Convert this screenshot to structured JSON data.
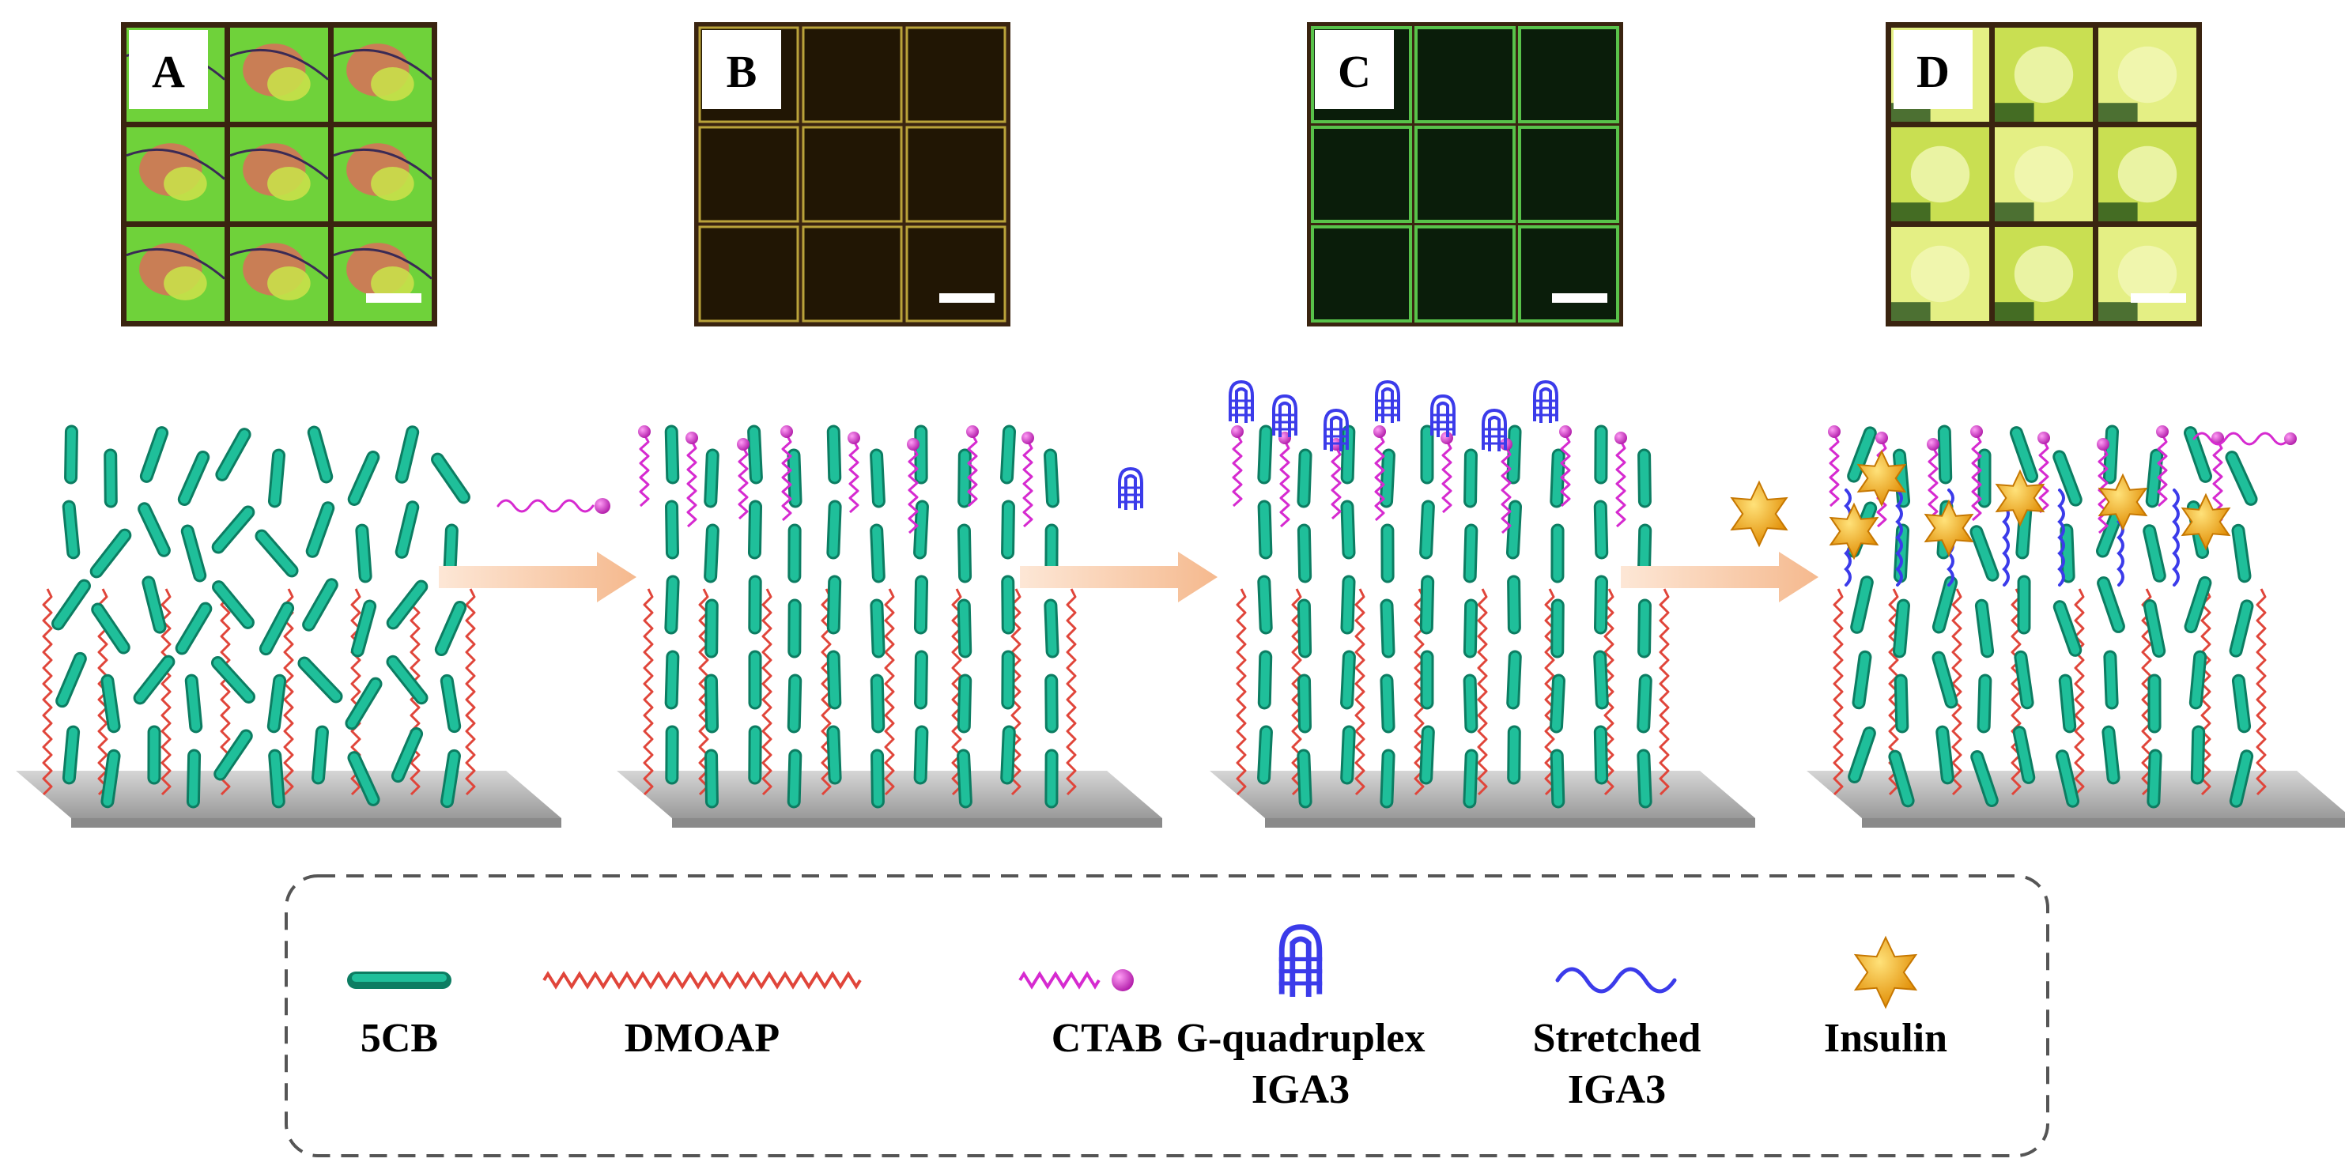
{
  "panels": [
    {
      "letter": "A",
      "fill": "#e8d060",
      "style": "birefringent"
    },
    {
      "letter": "B",
      "fill": "#1c1405",
      "style": "dark"
    },
    {
      "letter": "C",
      "fill": "#071a08",
      "style": "dark-green"
    },
    {
      "letter": "D",
      "fill": "#d8e86a",
      "style": "bright"
    }
  ],
  "legend": {
    "items": [
      {
        "label": "5CB",
        "icon": "5cb-rod-icon"
      },
      {
        "label": "DMOAP",
        "icon": "dmoap-chain-icon"
      },
      {
        "label": "CTAB",
        "icon": "ctab-surfactant-icon"
      },
      {
        "label": "G-quadruplex",
        "label2": "IGA3",
        "icon": "g-quadruplex-icon"
      },
      {
        "label": "Stretched",
        "label2": "IGA3",
        "icon": "stretched-iga3-icon"
      },
      {
        "label": "Insulin",
        "icon": "insulin-star-icon"
      }
    ]
  },
  "colors": {
    "lc_rod": "#1fbf9a",
    "dmoap": "#e0453a",
    "ctab": "#d62ad0",
    "iga3": "#3b3bea",
    "insulin": "#f2a516",
    "arrow": "#f7c9a8",
    "substrate": "#bdbdbd",
    "frame": "#3a2410"
  }
}
